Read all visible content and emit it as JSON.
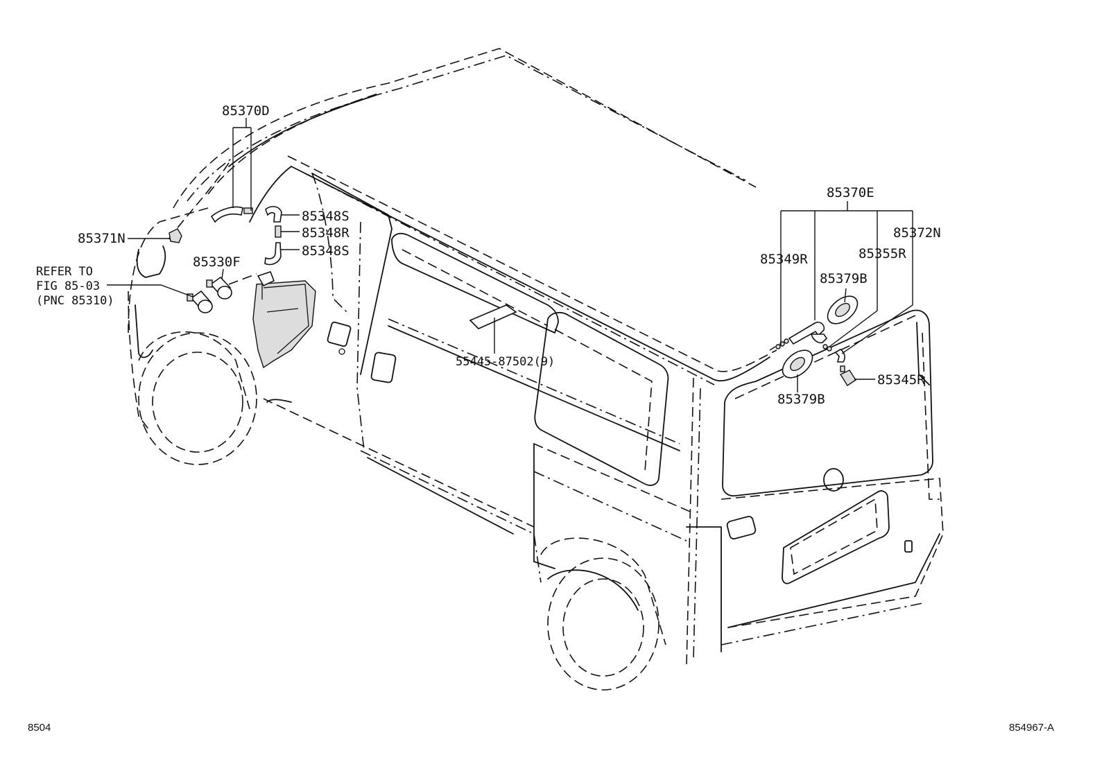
{
  "labels": {
    "p85370D": "85370D",
    "p85348S_top": "85348S",
    "p85348R": "85348R",
    "p85348S_bottom": "85348S",
    "p85371N": "85371N",
    "p85330F": "85330F",
    "refer_line1": "REFER TO",
    "refer_line2": "FIG 85-03",
    "refer_line3": "(PNC 85310)",
    "p55445": "55445-87502(9)",
    "p85370E": "85370E",
    "p85372N": "85372N",
    "p85349R": "85349R",
    "p85355R": "85355R",
    "p85379B_top": "85379B",
    "p85379B_bottom": "85379B",
    "p85345R": "85345R"
  },
  "footer": {
    "left_code": "8504",
    "right_code": "854967-A"
  }
}
